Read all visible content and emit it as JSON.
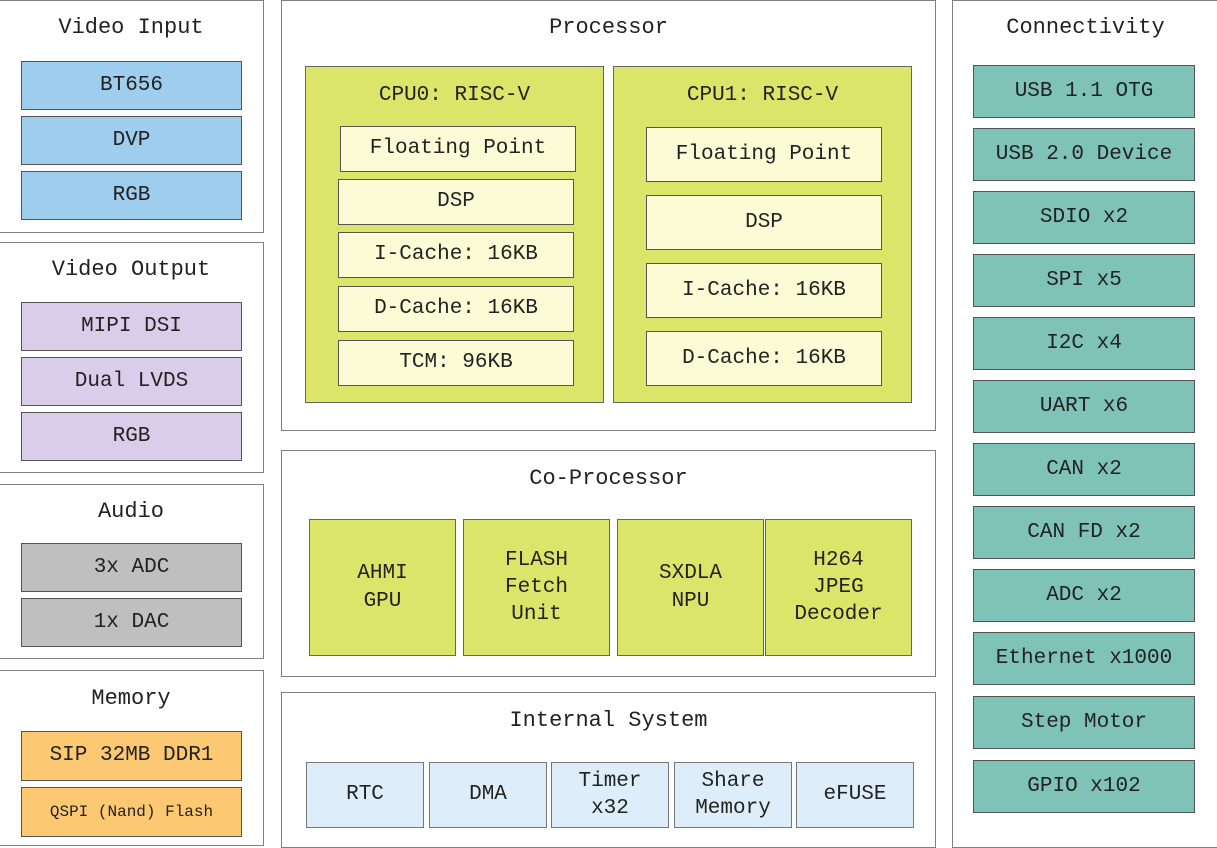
{
  "video_input": {
    "title": "Video Input",
    "items": [
      "BT656",
      "DVP",
      "RGB"
    ]
  },
  "video_output": {
    "title": "Video Output",
    "items": [
      "MIPI DSI",
      "Dual LVDS",
      "RGB"
    ]
  },
  "audio": {
    "title": "Audio",
    "items": [
      "3x ADC",
      "1x DAC"
    ]
  },
  "memory": {
    "title": "Memory",
    "items": [
      "SIP 32MB DDR1",
      "QSPI (Nand) Flash"
    ]
  },
  "processor": {
    "title": "Processor",
    "cpu0": {
      "title": "CPU0: RISC-V",
      "items": [
        "Floating Point",
        "DSP",
        "I-Cache: 16KB",
        "D-Cache: 16KB",
        "TCM: 96KB"
      ]
    },
    "cpu1": {
      "title": "CPU1: RISC-V",
      "items": [
        "Floating Point",
        "DSP",
        "I-Cache: 16KB",
        "D-Cache: 16KB"
      ]
    }
  },
  "coprocessor": {
    "title": "Co-Processor",
    "items": [
      "AHMI\nGPU",
      "FLASH\nFetch\nUnit",
      "SXDLA\nNPU",
      "H264\nJPEG\nDecoder"
    ]
  },
  "internal_system": {
    "title": "Internal System",
    "items": [
      "RTC",
      "DMA",
      "Timer\nx32",
      "Share\nMemory",
      "eFUSE"
    ]
  },
  "connectivity": {
    "title": "Connectivity",
    "items": [
      "USB 1.1 OTG",
      "USB 2.0 Device",
      "SDIO x2",
      "SPI x5",
      "I2C x4",
      "UART x6",
      "CAN x2",
      "CAN FD x2",
      "ADC x2",
      "Ethernet x1000",
      "Step Motor",
      "GPIO x102"
    ]
  }
}
